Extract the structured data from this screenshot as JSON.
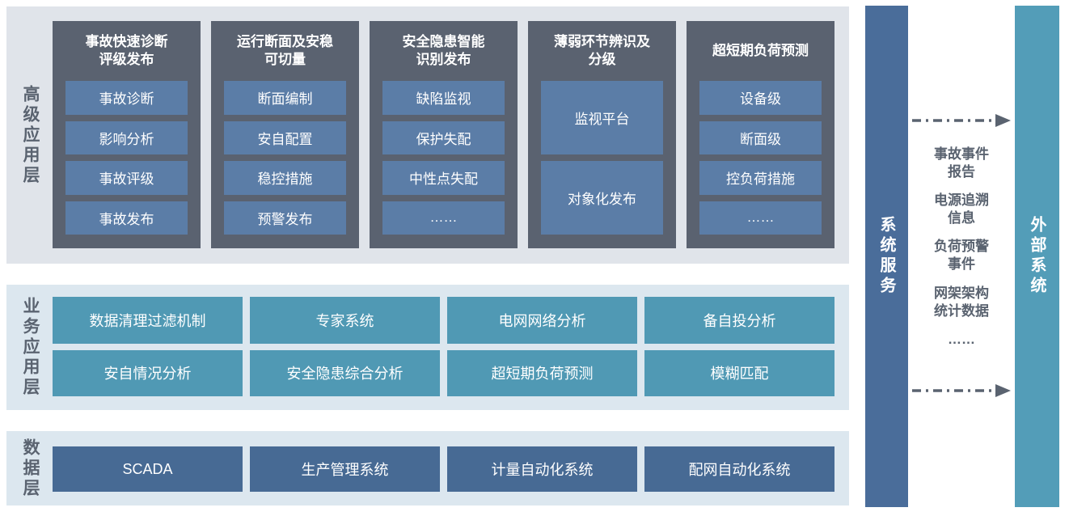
{
  "layers": {
    "advanced": {
      "label": "高级应用层",
      "panels": [
        {
          "title": "事故快速诊断\n评级发布",
          "items": [
            "事故诊断",
            "影响分析",
            "事故评级",
            "事故发布"
          ]
        },
        {
          "title": "运行断面及安稳\n可切量",
          "items": [
            "断面编制",
            "安自配置",
            "稳控措施",
            "预警发布"
          ]
        },
        {
          "title": "安全隐患智能\n识别发布",
          "items": [
            "缺陷监视",
            "保护失配",
            "中性点失配",
            "……"
          ]
        },
        {
          "title": "薄弱环节辨识及\n分级",
          "items": [
            "监视平台",
            "对象化发布"
          ]
        },
        {
          "title": "超短期负荷预测",
          "items": [
            "设备级",
            "断面级",
            "控负荷措施",
            "……"
          ]
        }
      ]
    },
    "business": {
      "label": "业务应用层",
      "items": [
        "数据清理过滤机制",
        "专家系统",
        "电网网络分析",
        "备自投分析",
        "安自情况分析",
        "安全隐患综合分析",
        "超短期负荷预测",
        "模糊匹配"
      ]
    },
    "data": {
      "label": "数据层",
      "items": [
        "SCADA",
        "生产管理系统",
        "计量自动化系统",
        "配网自动化系统"
      ]
    }
  },
  "services_bar": {
    "label": "系统服务"
  },
  "external_bar": {
    "label": "外部系统"
  },
  "service_items": [
    "事故事件\n报告",
    "电源追溯\n信息",
    "负荷预警\n事件",
    "网架架构\n统计数据",
    "……"
  ],
  "colors": {
    "band_top_bg": "#e0e4ea",
    "band_bg": "#dce7ef",
    "panel_bg": "#5a6270",
    "panel_item_blue": "#5b7da7",
    "business_teal": "#5099b4",
    "data_blue": "#476a94",
    "services_bar_blue": "#4a6d9a",
    "external_bar_teal": "#539db8",
    "text_dark": "#5a6370",
    "text_light": "#ffffff"
  }
}
